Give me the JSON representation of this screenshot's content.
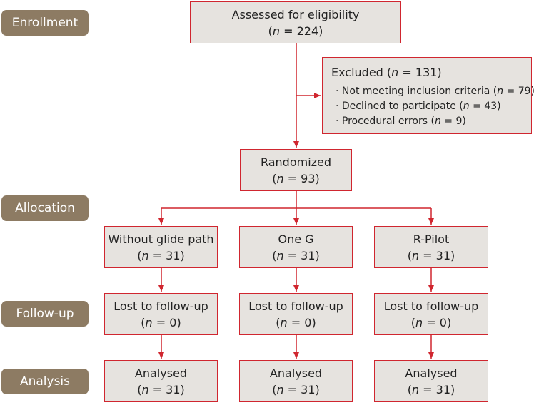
{
  "stages": {
    "enrollment": "Enrollment",
    "allocation": "Allocation",
    "followup": "Follow-up",
    "analysis": "Analysis"
  },
  "assessed": {
    "label": "Assessed for eligibility",
    "n_prefix": "(",
    "n_var": "n",
    "n_value": " = 224)"
  },
  "excluded": {
    "label": "Excluded (",
    "n_var": "n",
    "n_value": " = 131)",
    "reasons": [
      {
        "text": "Not meeting inclusion criteria (",
        "n_value": " = 79)"
      },
      {
        "text": "Declined to participate (",
        "n_value": " = 43)"
      },
      {
        "text": "Procedural errors (",
        "n_value": " = 9)"
      }
    ]
  },
  "randomized": {
    "label": "Randomized",
    "n_prefix": "(",
    "n_var": "n",
    "n_value": " = 93)"
  },
  "groups": [
    {
      "allocation": {
        "label": "Without glide path",
        "n_value": " = 31)"
      },
      "followup": {
        "label": "Lost to follow-up",
        "n_value": " = 0)"
      },
      "analysis": {
        "label": "Analysed",
        "n_value": " = 31)"
      }
    },
    {
      "allocation": {
        "label": "One G",
        "n_value": " = 31)"
      },
      "followup": {
        "label": "Lost to follow-up",
        "n_value": " = 0)"
      },
      "analysis": {
        "label": "Analysed",
        "n_value": " = 31)"
      }
    },
    {
      "allocation": {
        "label": "R-Pilot",
        "n_value": " = 31)"
      },
      "followup": {
        "label": "Lost to follow-up",
        "n_value": " = 0)"
      },
      "analysis": {
        "label": "Analysed",
        "n_value": " = 31)"
      }
    }
  ],
  "n_prefix": "(",
  "n_var": "n",
  "colors": {
    "stage_bg": "#8d7b63",
    "box_bg": "#e6e3df",
    "border": "#d0262f"
  }
}
